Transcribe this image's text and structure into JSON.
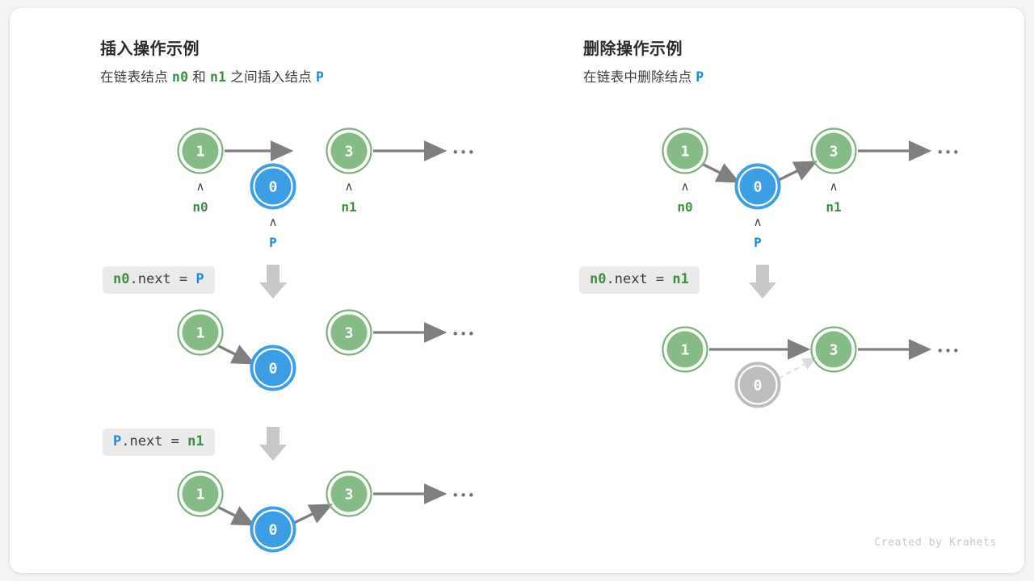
{
  "page": {
    "background": "#f4f4f4",
    "card_background": "#ffffff",
    "credit": "Created by Krahets"
  },
  "colors": {
    "green_fill": "#85bb85",
    "green_stroke": "#7bb47b",
    "blue_fill": "#3c9ee5",
    "blue_stroke": "#3c9ee5",
    "gray_fill": "#bdbdbd",
    "gray_stroke": "#bdbdbd",
    "arrow": "#7f7f7f",
    "dashed_arrow": "#d8d8d8",
    "label_green": "#3e8e41",
    "label_blue": "#1b88d8",
    "code_bg": "#eaeaea"
  },
  "panels": [
    {
      "id": "insert",
      "title": "插入操作示例",
      "subtitle_parts": [
        {
          "text": "在链表结点 ",
          "style": "plain"
        },
        {
          "text": "n0",
          "style": "green"
        },
        {
          "text": " 和 ",
          "style": "plain"
        },
        {
          "text": "n1",
          "style": "green"
        },
        {
          "text": " 之间插入结点 ",
          "style": "plain"
        },
        {
          "text": "P",
          "style": "blue"
        }
      ],
      "steps": [
        {
          "code_parts": [
            {
              "text": "n0",
              "style": "green"
            },
            {
              "text": ".next = ",
              "style": "plain"
            },
            {
              "text": "P",
              "style": "blue"
            }
          ]
        },
        {
          "code_parts": [
            {
              "text": "P",
              "style": "blue"
            },
            {
              "text": ".next = ",
              "style": "plain"
            },
            {
              "text": "n1",
              "style": "green"
            }
          ]
        }
      ],
      "nodes": [
        {
          "value": "1",
          "color": "green",
          "pointer": "n0"
        },
        {
          "value": "0",
          "color": "blue",
          "pointer": "P"
        },
        {
          "value": "3",
          "color": "green",
          "pointer": "n1"
        }
      ],
      "ellipsis": "•••"
    },
    {
      "id": "delete",
      "title": "删除操作示例",
      "subtitle_parts": [
        {
          "text": "在链表中删除结点 ",
          "style": "plain"
        },
        {
          "text": "P",
          "style": "blue"
        }
      ],
      "steps": [
        {
          "code_parts": [
            {
              "text": "n0",
              "style": "green"
            },
            {
              "text": ".next = ",
              "style": "plain"
            },
            {
              "text": "n1",
              "style": "green"
            }
          ]
        }
      ],
      "nodes": [
        {
          "value": "1",
          "color": "green",
          "pointer": "n0"
        },
        {
          "value": "0",
          "color": "blue",
          "pointer": "P"
        },
        {
          "value": "3",
          "color": "green",
          "pointer": "n1"
        }
      ],
      "deleted_node": {
        "value": "0",
        "color": "gray"
      },
      "ellipsis": "•••"
    }
  ],
  "pointer_caret": "∧"
}
